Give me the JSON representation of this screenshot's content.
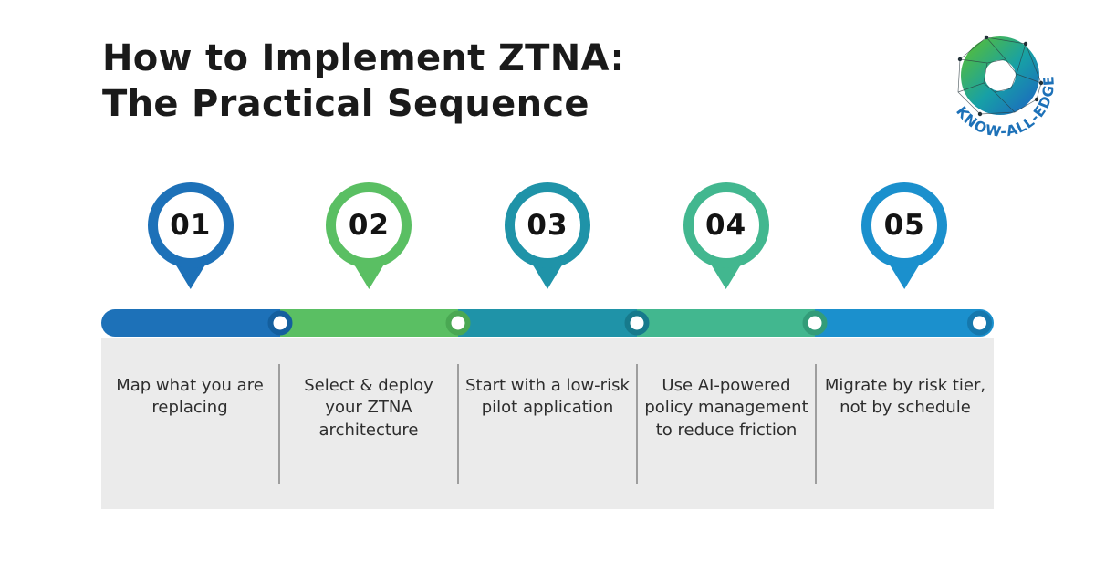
{
  "title": {
    "line1": "How to Implement ZTNA:",
    "line2": "The Practical Sequence"
  },
  "logo": {
    "text": "KNOW-ALL-EDGE",
    "text_color": "#1d71b8",
    "gradient_start": "#4cb94a",
    "gradient_mid": "#17a0a6",
    "gradient_end": "#1b74ba"
  },
  "colors": {
    "background": "#ffffff",
    "panel_bg": "#ebebeb",
    "divider": "#9e9e9e",
    "title_text": "#1a1a1a",
    "body_text": "#2d2d2d",
    "number_text": "#131313"
  },
  "steps": [
    {
      "number": "01",
      "label": "Map what you are replacing",
      "color": "#1d71b8",
      "dot_ring": "#145f9e"
    },
    {
      "number": "02",
      "label": "Select & deploy your ZTNA architecture",
      "color": "#5abf63",
      "dot_ring": "#4aa853"
    },
    {
      "number": "03",
      "label": "Start with a low-risk pilot application",
      "color": "#1f93a8",
      "dot_ring": "#177a8c"
    },
    {
      "number": "04",
      "label": "Use AI-powered policy management to reduce friction",
      "color": "#42b78f",
      "dot_ring": "#339c79"
    },
    {
      "number": "05",
      "label": "Migrate by risk tier, not by schedule",
      "color": "#1b90cd",
      "dot_ring": "#1578ad"
    }
  ]
}
